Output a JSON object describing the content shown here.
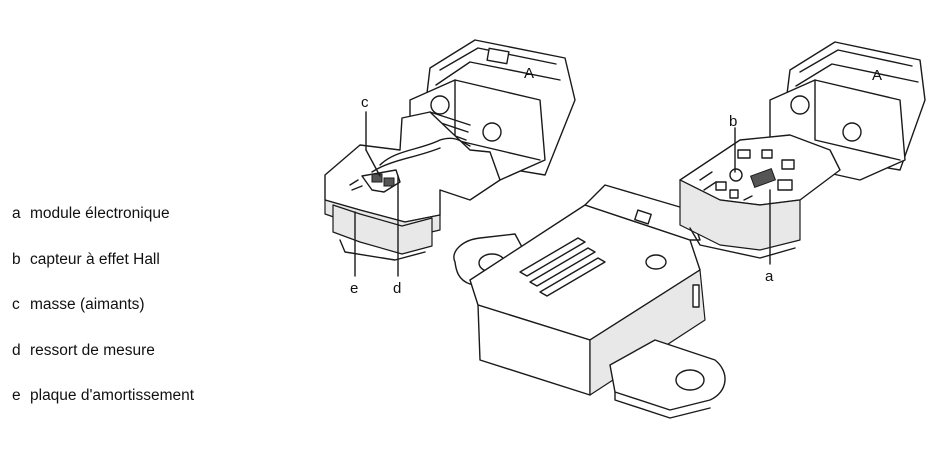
{
  "legend": [
    {
      "key": "a",
      "text": "module électronique"
    },
    {
      "key": "b",
      "text": "capteur à effet Hall"
    },
    {
      "key": "c",
      "text": "masse (aimants)"
    },
    {
      "key": "d",
      "text": "ressort de mesure"
    },
    {
      "key": "e",
      "text": "plaque d'amortissement"
    }
  ],
  "callouts": {
    "a": "a",
    "b": "b",
    "c": "c",
    "d": "d",
    "e": "e"
  },
  "connector_marking": "A"
}
